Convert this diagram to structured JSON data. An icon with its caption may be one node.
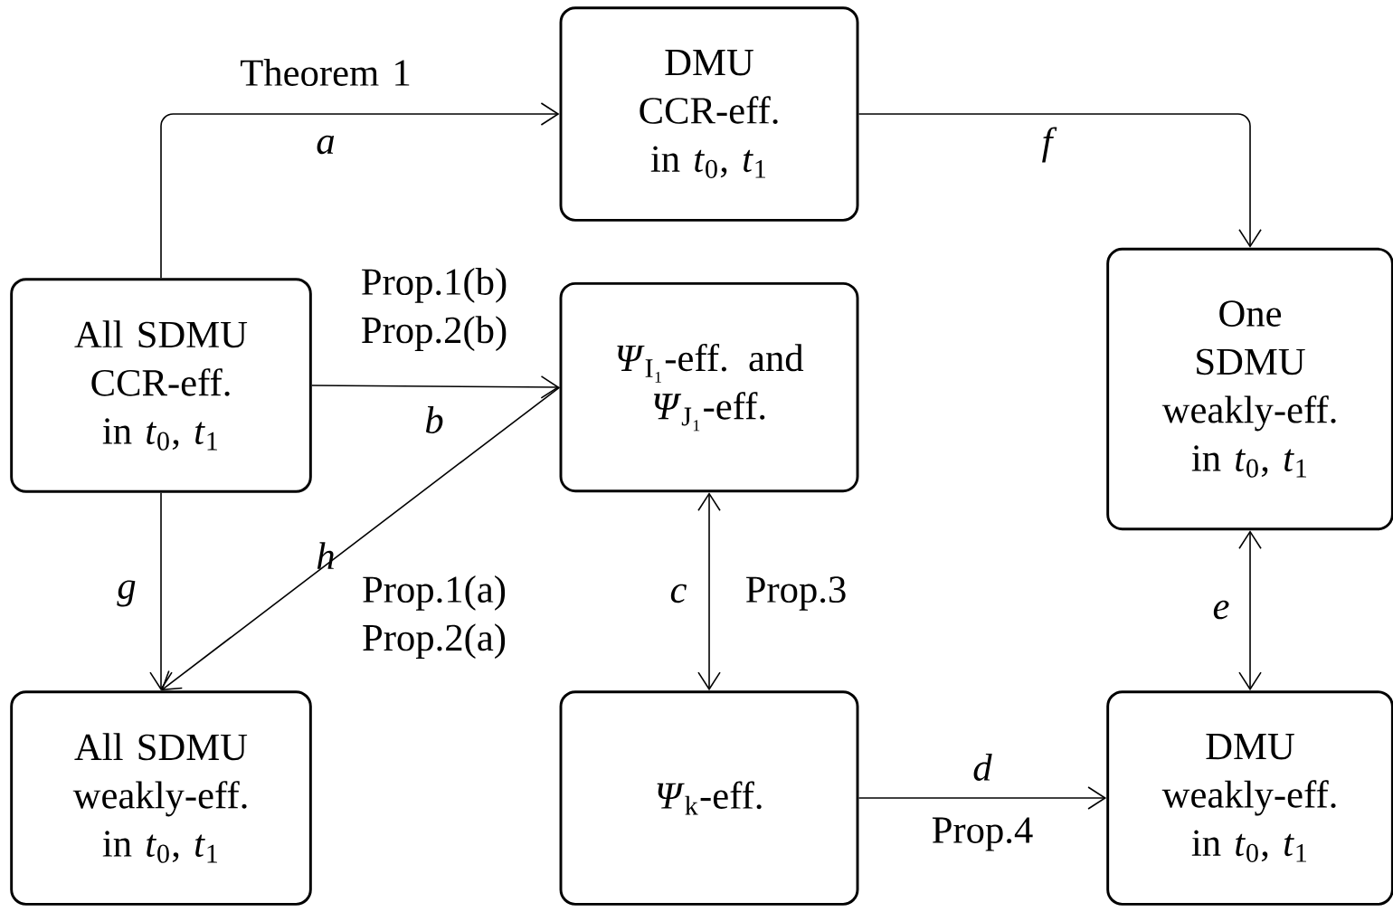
{
  "diagram": {
    "nodes": [
      {
        "text": [
          "DMU CCR-eff. in *t*$_{0}$, *t*$_{1}$"
        ]
      },
      {
        "text": [
          "All SDMU CCR-eff. in *t*$_{0}$, *t*$_{1}$"
        ]
      },
      {
        "text": [
          "*Ψ*$_{I₁}$-eff. and *Ψ*$_{J₁}$-eff."
        ]
      },
      {
        "text": [
          "One SDMU weakly-eff. in *t*$_{0}$, *t*$_{1}$"
        ]
      },
      {
        "text": [
          "All SDMU weakly-eff. in *t*$_{0}$, *t*$_{1}$"
        ]
      },
      {
        "text": [
          "*Ψ*$_{k}$-eff."
        ]
      },
      {
        "text": [
          "DMU weakly-eff. in *t*$_{0}$, *t*$_{1}$"
        ]
      }
    ],
    "edges": [
      {
        "from": 1,
        "to": 0,
        "arrow": "to",
        "label": "*a*"
      },
      {
        "from": 1,
        "to": 2,
        "arrow": "to",
        "label": "*b*"
      },
      {
        "from": 2,
        "to": 4,
        "arrow": "to",
        "label": "*h*"
      },
      {
        "from": 1,
        "to": 4,
        "arrow": "to",
        "label": "*g*"
      },
      {
        "from": 2,
        "to": 5,
        "arrow": "both",
        "label": "*c*"
      },
      {
        "from": 5,
        "to": 6,
        "arrow": "to",
        "label": "*d*"
      },
      {
        "from": 6,
        "to": 3,
        "arrow": "both",
        "label": "*e*"
      },
      {
        "from": 0,
        "to": 3,
        "arrow": "to",
        "label": "*f*"
      }
    ],
    "labels": [
      "Theorem 1",
      "Prop.1(b) Prop.2(b)",
      "Prop.1(a) Prop.2(a)",
      "Prop.3",
      "Prop.4"
    ]
  }
}
